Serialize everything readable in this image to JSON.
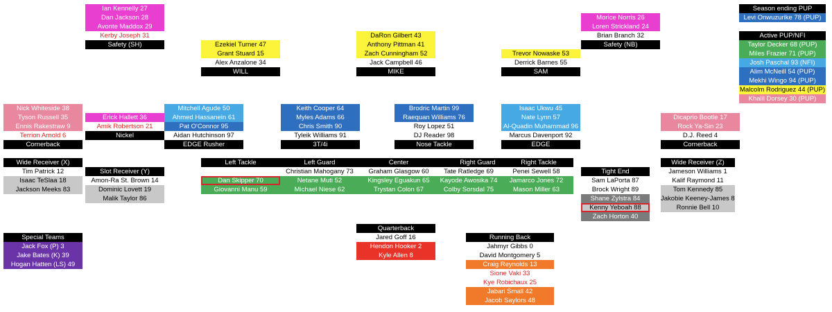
{
  "safety_sh": {
    "players": [
      "Ian Kennelly 27",
      "Dan Jackson 28",
      "Avonte Maddox 29",
      "Kerby Joseph 31"
    ],
    "label": "Safety (SH)"
  },
  "will": {
    "players": [
      "Ezekiel Turner 47",
      "Grant Stuard 15",
      "Alex Anzalone 34"
    ],
    "label": "WILL"
  },
  "mike": {
    "players": [
      "DaRon Gilbert 43",
      "Anthony Pittman 41",
      "Zach Cunningham 52",
      "Jack Campbell 46"
    ],
    "label": "MIKE"
  },
  "sam": {
    "players": [
      "Trevor Nowaske 53",
      "Derrick Barnes 55"
    ],
    "label": "SAM"
  },
  "safety_nb": {
    "players": [
      "Morice Norris 26",
      "Loren Strickland 24",
      "Brian Branch 32"
    ],
    "label": "Safety (NB)"
  },
  "season_pup": {
    "label": "Season ending PUP",
    "players": [
      "Levi Onwuzurike 78 (PUP)"
    ]
  },
  "active_pup": {
    "label": "Active PUP/NFI",
    "players": [
      "Taylor Decker 68 (PUP)",
      "Miles Frazier 71 (PUP)",
      "Josh Paschal 93 (NFI)",
      "Alim McNeill 54 (PUP)",
      "Mekhi Wingo 94 (PUP)",
      "Malcolm Rodriguez 44 (PUP)",
      "Khalil Dorsey 30 (PUP)"
    ]
  },
  "cb_left": {
    "players": [
      "Nick Whiteside 38",
      "Tyson Russell 35",
      "Ennis Rakestraw 9",
      "Terrion Arnold 6"
    ],
    "label": "Cornerback"
  },
  "nickel": {
    "players": [
      "Erick Hallett 36",
      "Amik Robertson 21"
    ],
    "label": "Nickel"
  },
  "edge_rusher": {
    "players": [
      "Mitchell Agude 50",
      "Ahmed Hassanein 61",
      "Pat O'Connor 95",
      "Aidan Hutchinson 97"
    ],
    "label": "EDGE Rusher"
  },
  "three_t": {
    "players": [
      "Keith Cooper 64",
      "Myles Adams 66",
      "Chris Smith 90",
      "Tyleik Williams 91"
    ],
    "label": "3T/4i"
  },
  "nose": {
    "players": [
      "Brodric Martin 99",
      "Raequan Williams 76",
      "Roy Lopez 51",
      "DJ Reader 98"
    ],
    "label": "Nose Tackle"
  },
  "edge": {
    "players": [
      "Isaac Ukwu 45",
      "Nate Lynn 57",
      "Al-Quadin Muhammad 96",
      "Marcus Davenport 92"
    ],
    "label": "EDGE"
  },
  "cb_right": {
    "players": [
      "Dicaprio Bootle 17",
      "Rock Ya-Sin 23",
      "D.J. Reed 4"
    ],
    "label": "Cornerback"
  },
  "wr_x": {
    "label": "Wide Receiver (X)",
    "players": [
      "Tim Patrick 12",
      "Isaac TeSlaa 18",
      "Jackson Meeks 83"
    ]
  },
  "wr_y": {
    "label": "Slot Receiver (Y)",
    "players": [
      "Amon-Ra St. Brown 14",
      "Dominic Lovett 19",
      "Malik Taylor 86"
    ]
  },
  "oline": {
    "lt": {
      "label": "Left Tackle",
      "players": [
        "",
        "Dan Skipper 70",
        "Giovanni Manu 59"
      ]
    },
    "lg": {
      "label": "Left Guard",
      "players": [
        "Christian Mahogany 73",
        "Netane Muti 52",
        "Michael Niese 62"
      ]
    },
    "c": {
      "label": "Center",
      "players": [
        "Graham Glasgow 60",
        "Kingsley Eguakun 65",
        "Trystan Colon 67"
      ]
    },
    "rg": {
      "label": "Right Guard",
      "players": [
        "Tate Ratledge 69",
        "Kayode Awosika 74",
        "Colby Sorsdal 75"
      ]
    },
    "rt": {
      "label": "Right Tackle",
      "players": [
        "Penei Sewell 58",
        "Jamarco Jones 72",
        "Mason Miller 63"
      ]
    }
  },
  "te": {
    "label": "Tight End",
    "players": [
      "Sam LaPorta 87",
      "Brock Wright 89",
      "Shane Zylstra 84",
      "Kenny Yeboah 88",
      "Zach Horton 40"
    ]
  },
  "wr_z": {
    "label": "Wide Receiver (Z)",
    "players": [
      "Jameson Williams 1",
      "Kalif Raymond 11",
      "Tom Kennedy 85",
      "Jakobie Keeney-James 80",
      "Ronnie Bell 10"
    ]
  },
  "special": {
    "label": "Special Teams",
    "players": [
      "Jack Fox (P) 3",
      "Jake Bates (K) 39",
      "Hogan Hatten (LS) 49"
    ]
  },
  "qb": {
    "label": "Quarterback",
    "players": [
      "Jared Goff 16",
      "Hendon Hooker 2",
      "Kyle Allen 8"
    ]
  },
  "rb": {
    "label": "Running Back",
    "players": [
      "Jahmyr Gibbs 0",
      "David Montgomery 5",
      "Craig Reynolds 13",
      "Sione Vaki 33",
      "Kye Robichaux 25",
      "Jabari Small 42",
      "Jacob Saylors 48"
    ]
  }
}
